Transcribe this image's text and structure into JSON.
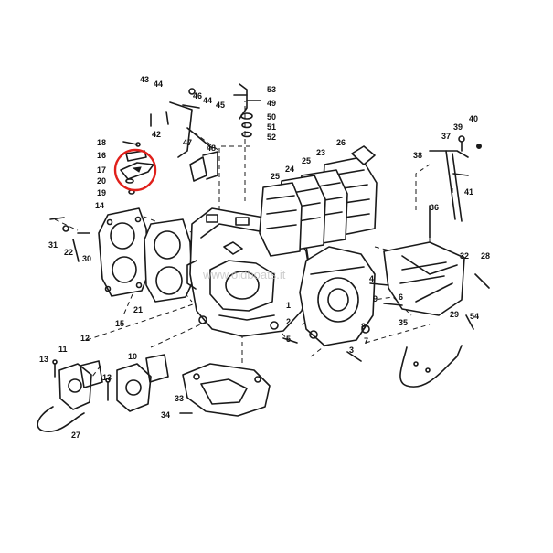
{
  "callouts": [
    {
      "label": "1"
    },
    {
      "label": "2"
    },
    {
      "label": "3"
    },
    {
      "label": "4"
    },
    {
      "label": "5"
    },
    {
      "label": "6"
    },
    {
      "label": "7"
    },
    {
      "label": "8"
    },
    {
      "label": "9"
    },
    {
      "label": "10"
    },
    {
      "label": "11"
    },
    {
      "label": "12"
    },
    {
      "label": "13"
    },
    {
      "label": "13"
    },
    {
      "label": "14"
    },
    {
      "label": "15"
    },
    {
      "label": "16"
    },
    {
      "label": "17"
    },
    {
      "label": "18"
    },
    {
      "label": "19"
    },
    {
      "label": "20"
    },
    {
      "label": "21"
    },
    {
      "label": "22"
    },
    {
      "label": "23"
    },
    {
      "label": "24"
    },
    {
      "label": "25"
    },
    {
      "label": "25"
    },
    {
      "label": "26"
    },
    {
      "label": "27"
    },
    {
      "label": "28"
    },
    {
      "label": "29"
    },
    {
      "label": "30"
    },
    {
      "label": "31"
    },
    {
      "label": "32"
    },
    {
      "label": "33"
    },
    {
      "label": "34"
    },
    {
      "label": "35"
    },
    {
      "label": "36"
    },
    {
      "label": "37"
    },
    {
      "label": "38"
    },
    {
      "label": "39"
    },
    {
      "label": "40"
    },
    {
      "label": "41"
    },
    {
      "label": "42"
    },
    {
      "label": "43"
    },
    {
      "label": "44"
    },
    {
      "label": "44"
    },
    {
      "label": "45"
    },
    {
      "label": "46"
    },
    {
      "label": "47"
    },
    {
      "label": "48"
    },
    {
      "label": "49"
    },
    {
      "label": "50"
    },
    {
      "label": "51"
    },
    {
      "label": "52"
    },
    {
      "label": "53"
    },
    {
      "label": "54"
    }
  ],
  "watermark": "www.oldboats.it",
  "highlight": {
    "color": "#e0201b",
    "target": "17"
  },
  "colors": {
    "ink": "#1a1a1a",
    "background": "#ffffff"
  }
}
